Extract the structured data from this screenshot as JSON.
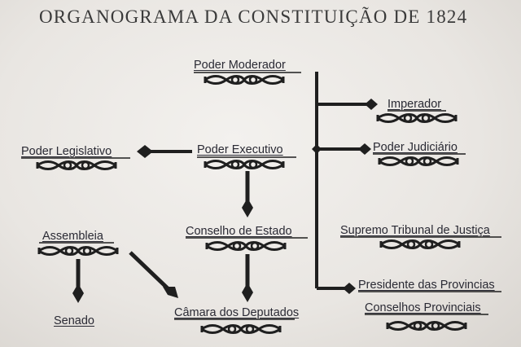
{
  "title": "ORGANOGRAMA DA CONSTITUIÇÃO DE 1824",
  "nodes": {
    "moderador": "Poder Moderador",
    "imperador": "Imperador",
    "executivo": "Poder Executivo",
    "legislativo": "Poder Legislativo",
    "judiciario": "Poder Judiciário",
    "conselho_estado": "Conselho de Estado",
    "supremo": "Supremo Tribunal de Justiça",
    "assembleia": "Assembleia",
    "senado": "Senado",
    "camara": "Câmara dos Deputados",
    "presidente": "Presidente das Provincias",
    "conselhos_provinciais": "Conselhos Provinciais"
  },
  "colors": {
    "ink": "#1f1f1f",
    "text": "#2a2a34",
    "title": "#3a3a3a"
  }
}
